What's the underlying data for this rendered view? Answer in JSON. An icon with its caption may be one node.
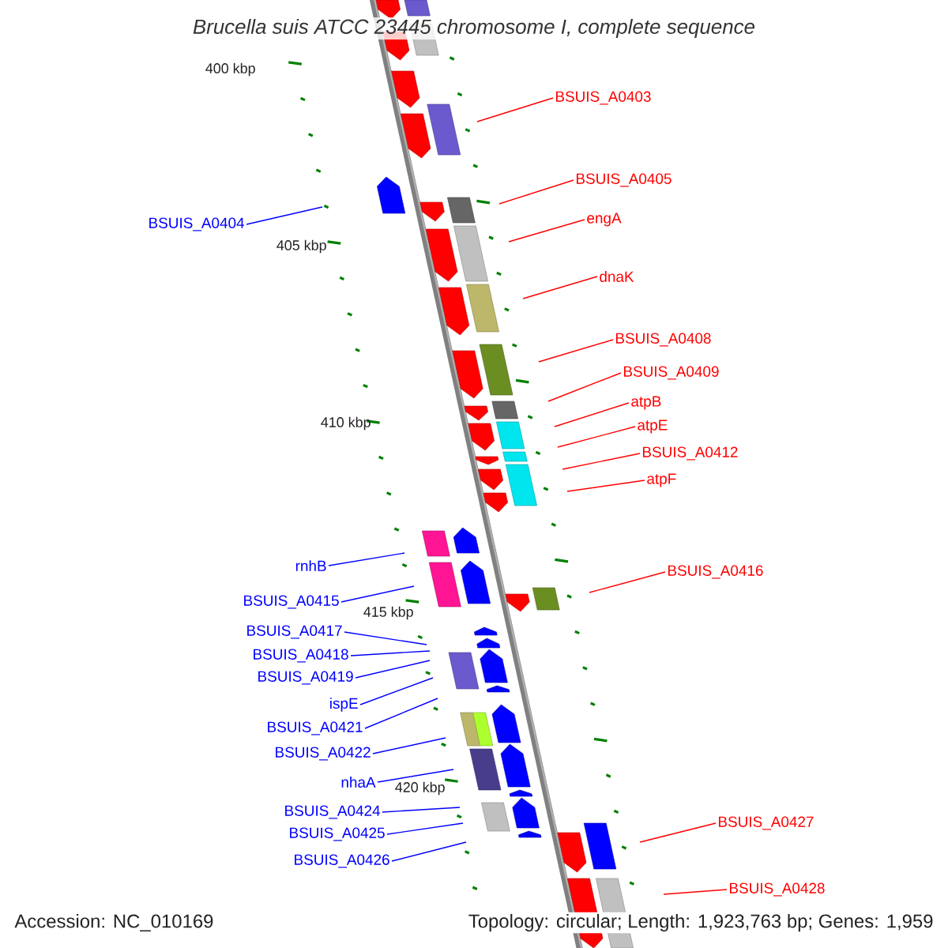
{
  "diagram": {
    "title": "Brucella suis ATCC 23445 chromosome I, complete sequence",
    "nodes": [
      {
        "text": [
          "BSUIS_A0403"
        ]
      },
      {
        "text": [
          "BSUIS_A0405"
        ]
      },
      {
        "text": [
          "engA"
        ]
      },
      {
        "text": [
          "dnaK"
        ]
      },
      {
        "text": [
          "BSUIS_A0408"
        ]
      },
      {
        "text": [
          "BSUIS_A0409"
        ]
      },
      {
        "text": [
          "atpB"
        ]
      },
      {
        "text": [
          "atpE"
        ]
      },
      {
        "text": [
          "BSUIS_A0412"
        ]
      },
      {
        "text": [
          "atpF"
        ]
      },
      {
        "text": [
          "BSUIS_A0416"
        ]
      },
      {
        "text": [
          "BSUIS_A0427"
        ]
      },
      {
        "text": [
          "BSUIS_A0428"
        ]
      },
      {
        "text": [
          "BSUIS_A0404"
        ]
      },
      {
        "text": [
          "rnhB"
        ]
      },
      {
        "text": [
          "BSUIS_A0415"
        ]
      },
      {
        "text": [
          "BSUIS_A0417"
        ]
      },
      {
        "text": [
          "BSUIS_A0418"
        ]
      },
      {
        "text": [
          "BSUIS_A0419"
        ]
      },
      {
        "text": [
          "ispE"
        ]
      },
      {
        "text": [
          "BSUIS_A0421"
        ]
      },
      {
        "text": [
          "BSUIS_A0422"
        ]
      },
      {
        "text": [
          "nhaA"
        ]
      },
      {
        "text": [
          "BSUIS_A0424"
        ]
      },
      {
        "text": [
          "BSUIS_A0425"
        ]
      },
      {
        "text": [
          "BSUIS_A0426"
        ]
      }
    ],
    "edges": [
      {
        "from": 0,
        "to": null,
        "arrow": "none",
        "color": "#ff0000"
      },
      {
        "from": 1,
        "to": null,
        "arrow": "none",
        "color": "#ff0000"
      },
      {
        "from": 2,
        "to": null,
        "arrow": "none",
        "color": "#ff0000"
      },
      {
        "from": 3,
        "to": null,
        "arrow": "none",
        "color": "#ff0000"
      },
      {
        "from": 4,
        "to": null,
        "arrow": "none",
        "color": "#ff0000"
      },
      {
        "from": 5,
        "to": null,
        "arrow": "none",
        "color": "#ff0000"
      },
      {
        "from": 6,
        "to": null,
        "arrow": "none",
        "color": "#ff0000"
      },
      {
        "from": 7,
        "to": null,
        "arrow": "none",
        "color": "#ff0000"
      },
      {
        "from": 8,
        "to": null,
        "arrow": "none",
        "color": "#ff0000"
      },
      {
        "from": 9,
        "to": null,
        "arrow": "none",
        "color": "#ff0000"
      },
      {
        "from": 10,
        "to": null,
        "arrow": "none",
        "color": "#ff0000"
      },
      {
        "from": 11,
        "to": null,
        "arrow": "none",
        "color": "#ff0000"
      },
      {
        "from": 12,
        "to": null,
        "arrow": "none",
        "color": "#ff0000"
      },
      {
        "from": 13,
        "to": null,
        "arrow": "none",
        "color": "#0000ff"
      },
      {
        "from": 14,
        "to": null,
        "arrow": "none",
        "color": "#0000ff"
      },
      {
        "from": 15,
        "to": null,
        "arrow": "none",
        "color": "#0000ff"
      },
      {
        "from": 16,
        "to": null,
        "arrow": "none",
        "color": "#0000ff"
      },
      {
        "from": 17,
        "to": null,
        "arrow": "none",
        "color": "#0000ff"
      },
      {
        "from": 18,
        "to": null,
        "arrow": "none",
        "color": "#0000ff"
      },
      {
        "from": 19,
        "to": null,
        "arrow": "none",
        "color": "#0000ff"
      },
      {
        "from": 20,
        "to": null,
        "arrow": "none",
        "color": "#0000ff"
      },
      {
        "from": 21,
        "to": null,
        "arrow": "none",
        "color": "#0000ff"
      },
      {
        "from": 22,
        "to": null,
        "arrow": "none",
        "color": "#0000ff"
      },
      {
        "from": 23,
        "to": null,
        "arrow": "none",
        "color": "#0000ff"
      },
      {
        "from": 24,
        "to": null,
        "arrow": "none",
        "color": "#0000ff"
      },
      {
        "from": 25,
        "to": null,
        "arrow": "none",
        "color": "#0000ff"
      }
    ],
    "labels": [
      "400 kbp",
      "405 kbp",
      "410 kbp",
      "415 kbp",
      "420 kbp",
      "Accession: NC_010169",
      "Topology: circular; Length: 1,923,763 bp; Genes: 1,959"
    ]
  }
}
